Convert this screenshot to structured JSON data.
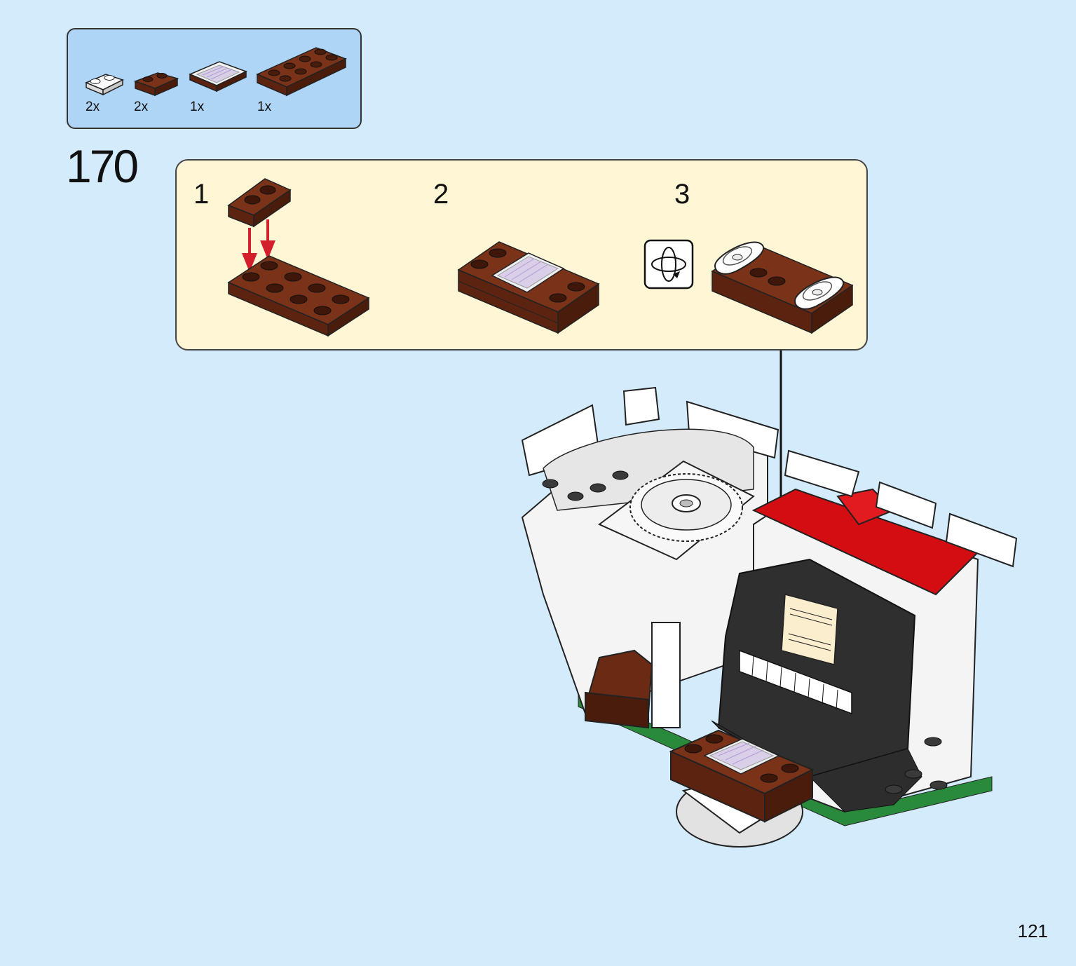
{
  "parts_panel": {
    "parts": [
      {
        "icon": "white-plate-1x2-rounded-icon",
        "qty": "2x"
      },
      {
        "icon": "brown-plate-1x2-icon",
        "qty": "2x"
      },
      {
        "icon": "printed-tile-2x2-icon",
        "qty": "1x"
      },
      {
        "icon": "brown-plate-2x4-icon",
        "qty": "1x"
      }
    ]
  },
  "step": {
    "number": "170"
  },
  "substeps": [
    {
      "number": "1"
    },
    {
      "number": "2"
    },
    {
      "number": "3"
    }
  ],
  "rotate_icon": "rotate-model-icon",
  "colors": {
    "background": "#d4ebfb",
    "parts_panel": "#afd5f6",
    "substep_panel": "#fff6d6",
    "brown": "#6a2a14",
    "red_arrow": "#d21f2b",
    "roof_red": "#d40d12"
  },
  "page": {
    "number": "121"
  }
}
